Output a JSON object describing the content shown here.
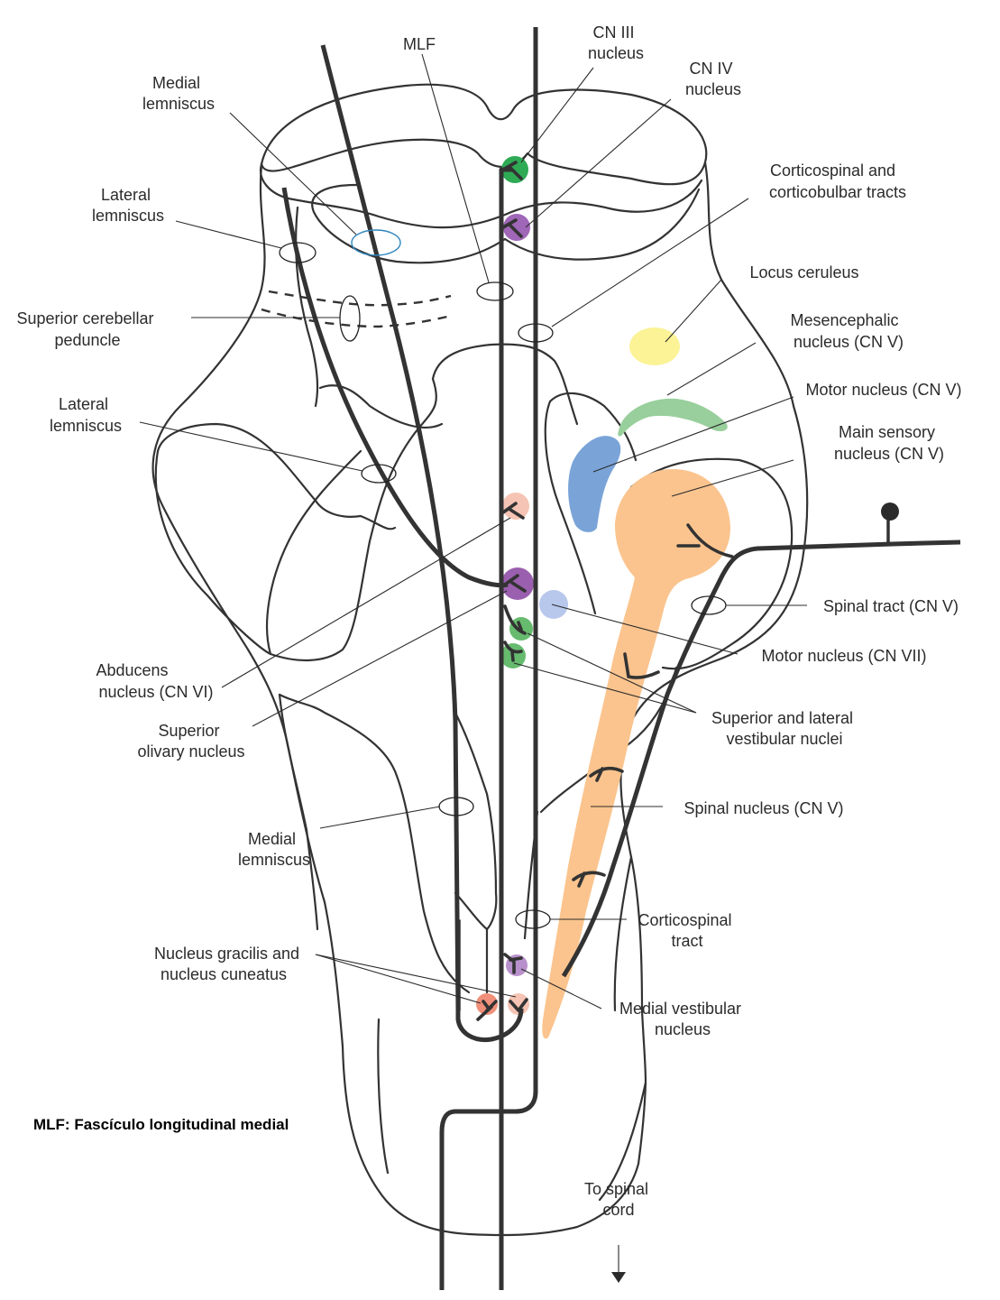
{
  "diagram": {
    "title": "Brainstem with cranial nerve nuclei and the medial longitudinal fasciculus (MLF)",
    "note": "MLF: Fascículo longitudinal medial",
    "labels": {
      "mlf": "MLF",
      "cn3": [
        "CN III",
        "nucleus"
      ],
      "cn4": [
        "CN IV",
        "nucleus"
      ],
      "medial_lemniscus_top": [
        "Medial",
        "lemniscus"
      ],
      "lateral_lemniscus_top": [
        "Lateral",
        "lemniscus"
      ],
      "superior_cerebellar_peduncle": [
        "Superior cerebellar",
        "peduncle"
      ],
      "corticospinal_corticobulbar": [
        "Corticospinal and",
        "corticobulbar tracts"
      ],
      "locus_ceruleus": [
        "Locus ceruleus"
      ],
      "mesencephalic_nucleus": [
        "Mesencephalic",
        "nucleus (CN V)"
      ],
      "motor_nucleus_cn5": [
        "Motor nucleus (CN V)"
      ],
      "main_sensory_nucleus": [
        "Main sensory",
        "nucleus (CN V)"
      ],
      "lateral_lemniscus_mid": [
        "Lateral",
        "lemniscus"
      ],
      "spinal_tract_cn5": [
        "Spinal tract (CN V)"
      ],
      "motor_nucleus_cn7": [
        "Motor nucleus (CN VII)"
      ],
      "abducens_nucleus": [
        "Abducens",
        "nucleus (CN VI)"
      ],
      "superior_olivary_nucleus": [
        "Superior",
        "olivary nucleus"
      ],
      "superior_lateral_vestibular": [
        "Superior and lateral",
        "vestibular nuclei"
      ],
      "spinal_nucleus_cn5": [
        "Spinal nucleus (CN V)"
      ],
      "medial_lemniscus_low": [
        "Medial",
        "lemniscus"
      ],
      "corticospinal_tract": [
        "Corticospinal",
        "tract"
      ],
      "gracilis_cuneatus": [
        "Nucleus gracilis and",
        "nucleus cuneatus"
      ],
      "medial_vestibular": [
        "Medial vestibular",
        "nucleus"
      ],
      "to_spinal_cord": [
        "To spinal",
        "cord"
      ]
    },
    "colors": {
      "cn3_nucleus": "#2eaa55",
      "cn4_nucleus": "#a066b8",
      "abducens_nucleus": "#f6c4b4",
      "superior_olivary_nucleus": "#9a5fae",
      "vestibular_nuclei": "#66bb6e",
      "motor_nucleus_cn7": "#b8c8ec",
      "medial_vestibular": "#b890cc",
      "nucleus_gracilis": "#f0907a",
      "nucleus_cuneatus": "#f6c4b4",
      "locus_ceruleus": "#fbf396",
      "mesencephalic_nucleus": "#98cf9c",
      "motor_nucleus_cn5": "#7aa4d8",
      "trigeminal_sensory": "#fbc48e",
      "medial_lemniscus_ring": "#2f86c0",
      "outline": "#333333"
    }
  }
}
